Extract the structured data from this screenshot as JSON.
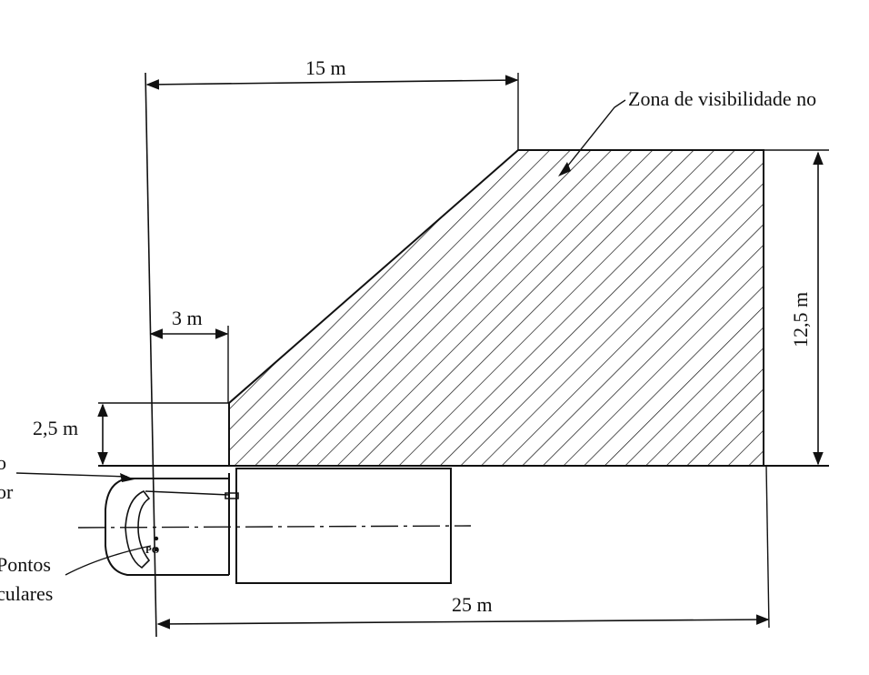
{
  "labels": {
    "zone": "Zona de visibilidade no",
    "dim_top": "15 m",
    "dim_step_width": "3 m",
    "dim_step_height": "2,5 m",
    "dim_height": "12,5 m",
    "dim_bottom": "25 m",
    "mirror_line1": "o",
    "mirror_line2": "or",
    "eye_points_line1": "Pontos",
    "eye_points_line2": "culares"
  },
  "colors": {
    "ink": "#111111",
    "background": "#ffffff"
  }
}
